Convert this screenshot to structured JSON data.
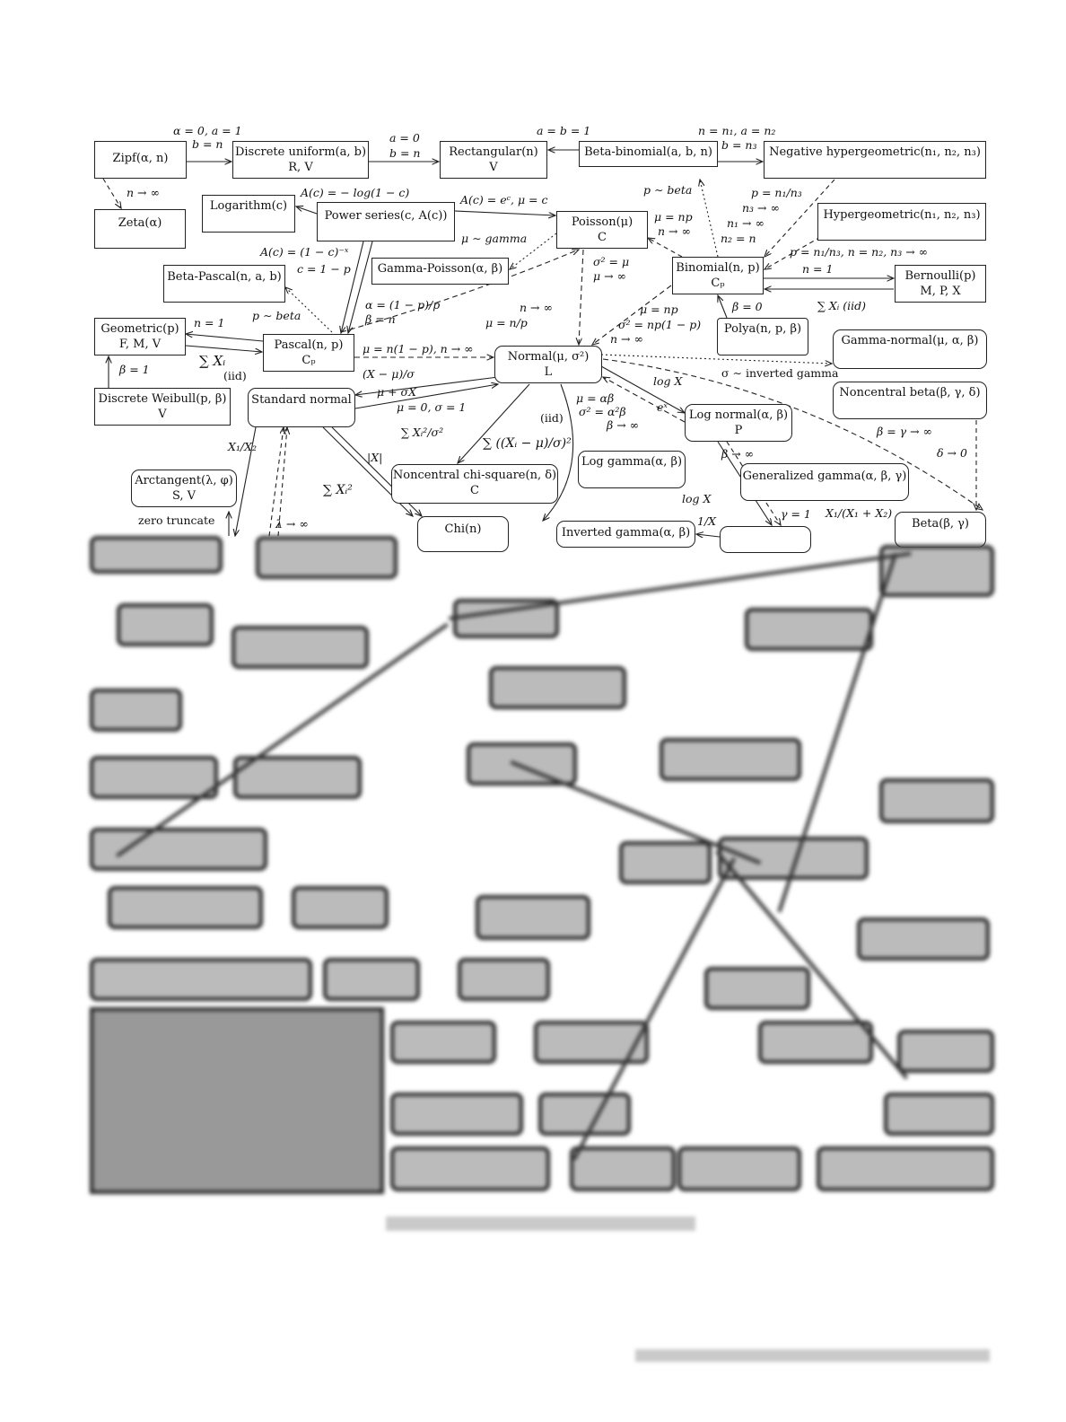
{
  "boxes": {
    "zipf": {
      "name": "Zipf(α, n)"
    },
    "discrete_uniform": {
      "name": "Discrete uniform(a, b)",
      "props": "R, V"
    },
    "rectangular": {
      "name": "Rectangular(n)",
      "props": "V"
    },
    "beta_binomial": {
      "name": "Beta-binomial(a, b, n)"
    },
    "neg_hypergeometric": {
      "name": "Negative hypergeometric(n₁, n₂, n₃)"
    },
    "zeta": {
      "name": "Zeta(α)"
    },
    "logarithm": {
      "name": "Logarithm(c)"
    },
    "power_series": {
      "name": "Power series(c, A(c))"
    },
    "poisson": {
      "name": "Poisson(μ)",
      "props": "C"
    },
    "hypergeometric": {
      "name": "Hypergeometric(n₁, n₂, n₃)"
    },
    "beta_pascal": {
      "name": "Beta-Pascal(n, a, b)"
    },
    "gamma_poisson": {
      "name": "Gamma-Poisson(α, β)"
    },
    "binomial": {
      "name": "Binomial(n, p)",
      "props": "Cₚ"
    },
    "bernoulli": {
      "name": "Bernoulli(p)",
      "props": "M, P, X"
    },
    "geometric": {
      "name": "Geometric(p)",
      "props": "F, M, V"
    },
    "pascal": {
      "name": "Pascal(n, p)",
      "props": "Cₚ"
    },
    "normal": {
      "name": "Normal(μ, σ²)",
      "props": "L"
    },
    "polya": {
      "name": "Polya(n, p, β)"
    },
    "gamma_normal": {
      "name": "Gamma-normal(μ, α, β)"
    },
    "discrete_weibull": {
      "name": "Discrete Weibull(p, β)",
      "props": "V"
    },
    "standard_normal": {
      "name": "Standard normal"
    },
    "noncentral_beta": {
      "name": "Noncentral beta(β, γ, δ)"
    },
    "log_normal": {
      "name": "Log normal(α, β)",
      "props": "P"
    },
    "noncentral_chi_square": {
      "name": "Noncentral chi-square(n, δ)",
      "props": "C"
    },
    "log_gamma": {
      "name": "Log gamma(α, β)"
    },
    "generalized_gamma": {
      "name": "Generalized gamma(α, β, γ)"
    },
    "arctangent": {
      "name": "Arctangent(λ, φ)",
      "props": "S, V"
    },
    "chi": {
      "name": "Chi(n)"
    },
    "inverted_gamma": {
      "name": "Inverted gamma(α, β)"
    },
    "beta": {
      "name": "Beta(β, γ)"
    }
  },
  "labels": {
    "l1": "α = 0, a = 1",
    "l2": "b = n",
    "l3": "a = 0",
    "l4": "b = n",
    "l5": "a = b = 1",
    "l6": "n = n₁, a = n₂",
    "l7": "b = n₃",
    "l8": "n → ∞",
    "l9": "A(c) = − log(1 − c)",
    "l10": "A(c) = eᶜ, μ = c",
    "l11": "p ∼ beta",
    "l12": "p = n₁/n₃",
    "l13": "n₃ → ∞",
    "l14": "μ = np",
    "l15": "n → ∞",
    "l16": "n₁ → ∞",
    "l17": "n₂ = n",
    "l18": "μ ∼ gamma",
    "l19": "A(c) = (1 − c)⁻ˣ",
    "l20": "c = 1 − p",
    "l21": "p = n₁/n₃, n = n₂, n₃ → ∞",
    "l22": "σ² = μ",
    "l23": "μ → ∞",
    "l24": "n = 1",
    "l25": "∑ Xᵢ (iid)",
    "l26": "α = (1 − p)/p",
    "l27": "β = n",
    "l28": "n → ∞",
    "l29": "μ = n/p",
    "l30": "β = 0",
    "l31": "μ = np",
    "l32": "σ² = np(1 − p)",
    "l33": "n → ∞",
    "l34": "n = 1",
    "l35": "p ∼ beta",
    "l36": "μ = n(1 − p), n → ∞",
    "l37": "∑ Xᵢ",
    "l38": "(iid)",
    "l39": "β = 1",
    "l40": "(X − μ)/σ",
    "l41": "μ + σX",
    "l42": "μ = 0, σ = 1",
    "l43": "σ ∼ inverted gamma",
    "l44": "log X",
    "l45": "μ = αβ",
    "l46": "σ² = α²β",
    "l47": "β → ∞",
    "l48": "eˣ",
    "l49": "∑ Xᵢ²/σ²",
    "l50": "(iid)",
    "l51": "∑ ((Xᵢ − μ)/σ)²",
    "l52": "|X|",
    "l53": "X₁/X₂",
    "l54": "β = γ → ∞",
    "l55": "δ → 0",
    "l56": "β → ∞",
    "l57": "∑ Xᵢ²",
    "l58": "log X",
    "l59": "zero truncate",
    "l60": "λ → ∞",
    "l61": "1/X",
    "l62": "γ = 1",
    "l63": "X₁/(X₁ + X₂)"
  }
}
